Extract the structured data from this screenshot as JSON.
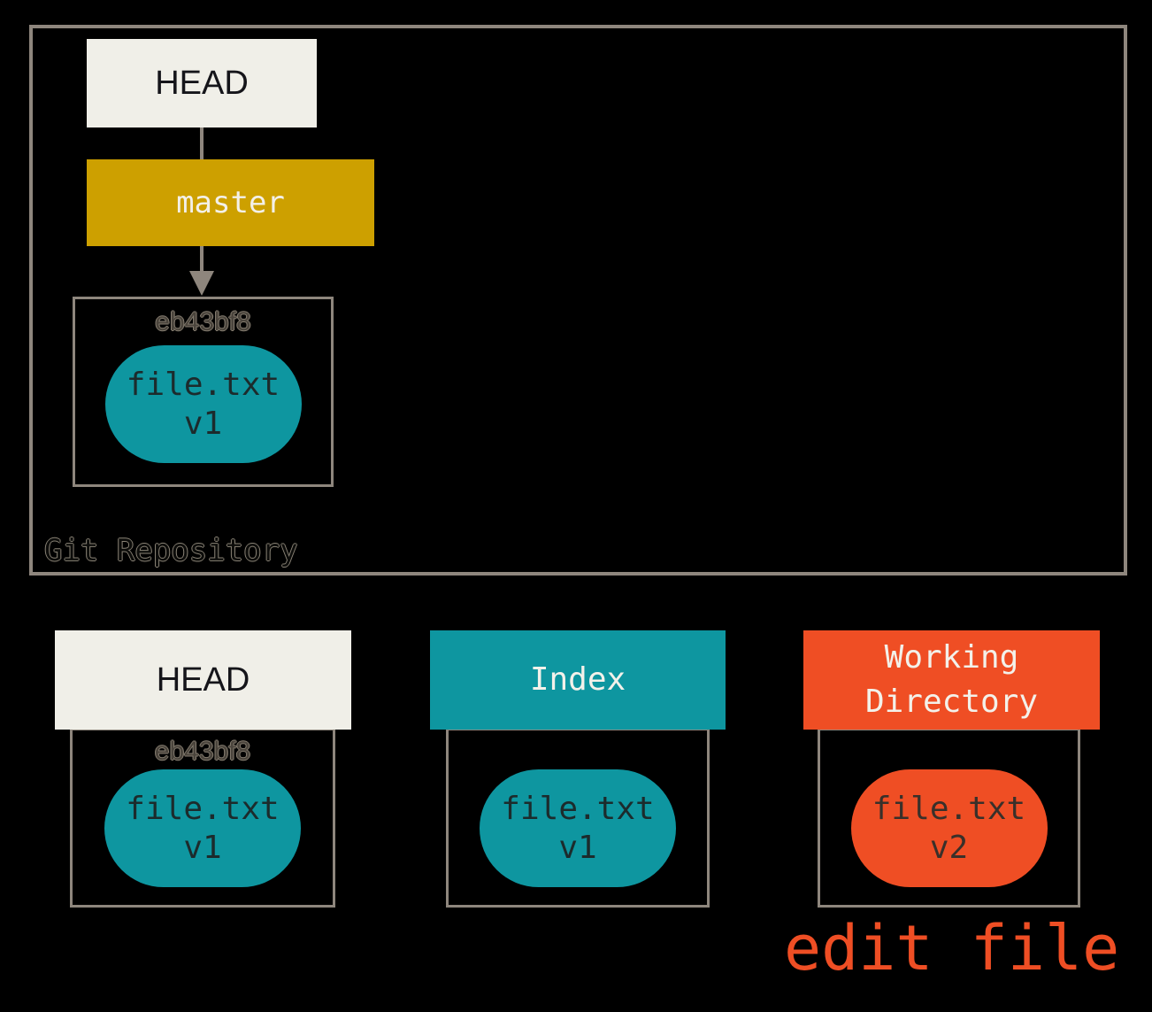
{
  "colors": {
    "background": "#000000",
    "border_gray": "#8e867d",
    "cream": "#f0efe8",
    "gold": "#cda000",
    "teal": "#0e96a0",
    "orange": "#ef4e24"
  },
  "repository": {
    "label": "Git Repository",
    "head": "HEAD",
    "branch": "master",
    "commit": {
      "hash": "eb43bf8",
      "file": "file.txt",
      "version": "v1"
    }
  },
  "columns": [
    {
      "header": "HEAD",
      "variant": "cream",
      "hash": "eb43bf8",
      "file": "file.txt",
      "version": "v1"
    },
    {
      "header": "Index",
      "variant": "teal",
      "hash": "",
      "file": "file.txt",
      "version": "v1"
    },
    {
      "header": "Working Directory",
      "variant": "orange",
      "hash": "",
      "file": "file.txt",
      "version": "v2"
    }
  ],
  "action": {
    "label": "edit file"
  }
}
